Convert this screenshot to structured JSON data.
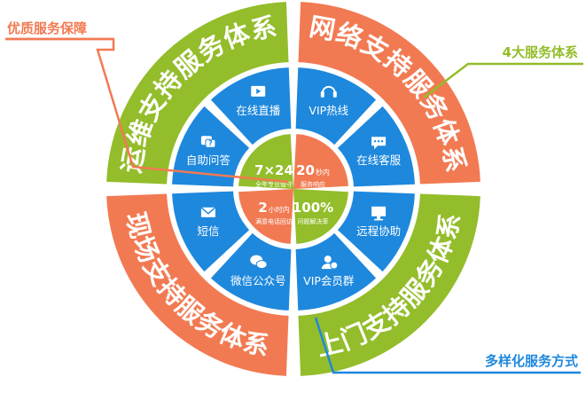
{
  "colors": {
    "orange": "#f27a52",
    "green": "#93bd2a",
    "blue": "#1e88dd",
    "center_white": "#ffffff",
    "callout_orange": "#f27a52",
    "callout_green": "#93bd2a",
    "callout_blue": "#1e88dd"
  },
  "callouts": {
    "top_left": "优质服务保障",
    "top_right": "4大服务体系",
    "bottom_right": "多样化服务方式"
  },
  "outer_ring": {
    "top_left": "运维支持服务体系",
    "top_right": "网络支持服务体系",
    "bottom_left": "现场支持服务体系",
    "bottom_right": "上门支持服务体系"
  },
  "blue_ring": [
    {
      "label": "VIP热线",
      "icon": "headset-icon"
    },
    {
      "label": "在线客服",
      "icon": "chat-icon"
    },
    {
      "label": "远程协助",
      "icon": "monitor-icon"
    },
    {
      "label": "VIP会员群",
      "icon": "group-icon"
    },
    {
      "label": "微信公众号",
      "icon": "wechat-icon"
    },
    {
      "label": "短信",
      "icon": "envelope-icon"
    },
    {
      "label": "自助问答",
      "icon": "question-bubble-icon"
    },
    {
      "label": "在线直播",
      "icon": "play-icon"
    }
  ],
  "center": {
    "top_left": {
      "big": "7×24",
      "small": "全年专业值守"
    },
    "top_right": {
      "big": "20",
      "unit": "秒内",
      "small": "服务响应"
    },
    "bottom_left": {
      "big": "2",
      "unit": "小时内",
      "small": "满意电话回访"
    },
    "bottom_right": {
      "big": "100%",
      "small": "问题解决率"
    }
  }
}
